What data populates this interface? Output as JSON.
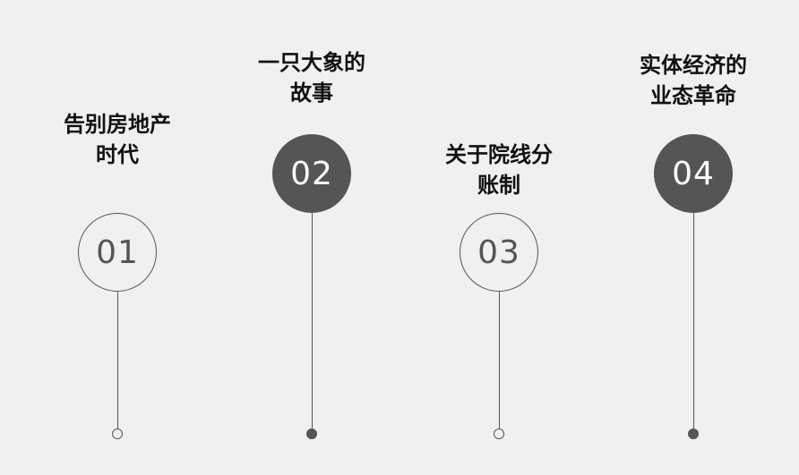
{
  "items": [
    {
      "number": "01",
      "title_line1": "告别房地产",
      "title_line2": "时代"
    },
    {
      "number": "02",
      "title_line1": "一只大象的",
      "title_line2": "故事"
    },
    {
      "number": "03",
      "title_line1": "关于院线分",
      "title_line2": "账制"
    },
    {
      "number": "04",
      "title_line1": "实体经济的",
      "title_line2": "业态革命"
    }
  ]
}
